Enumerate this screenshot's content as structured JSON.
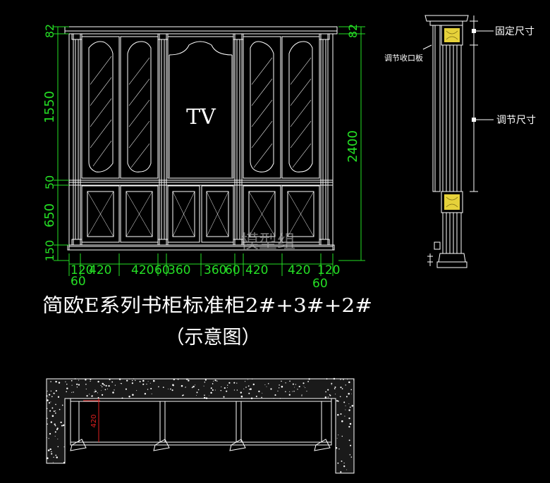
{
  "colors": {
    "background": "#000000",
    "line": "#ffffff",
    "dimension": "#25e025",
    "accent_gold": "#e6d23a",
    "section_red": "#e02020"
  },
  "elevation": {
    "tv_label": "TV",
    "dims_left": [
      "82",
      "1550",
      "50",
      "650",
      "150"
    ],
    "dim_right_top": "82",
    "dim_right_total": "2400",
    "dims_bottom": [
      "120",
      "420",
      "420",
      "60",
      "360",
      "360",
      "60",
      "420",
      "420",
      "120"
    ],
    "dims_bottom_sub": [
      "60",
      "60"
    ],
    "watermark": "模型组"
  },
  "title": {
    "line1": "简欧E系列书柜标准柜2#+3#+2#",
    "line2": "（示意图）"
  },
  "column_detail": {
    "label_fixed": "固定尺寸",
    "label_adjust": "调节尺寸",
    "label_trim": "调节收口板"
  },
  "plan": {
    "depth_label": "420"
  }
}
